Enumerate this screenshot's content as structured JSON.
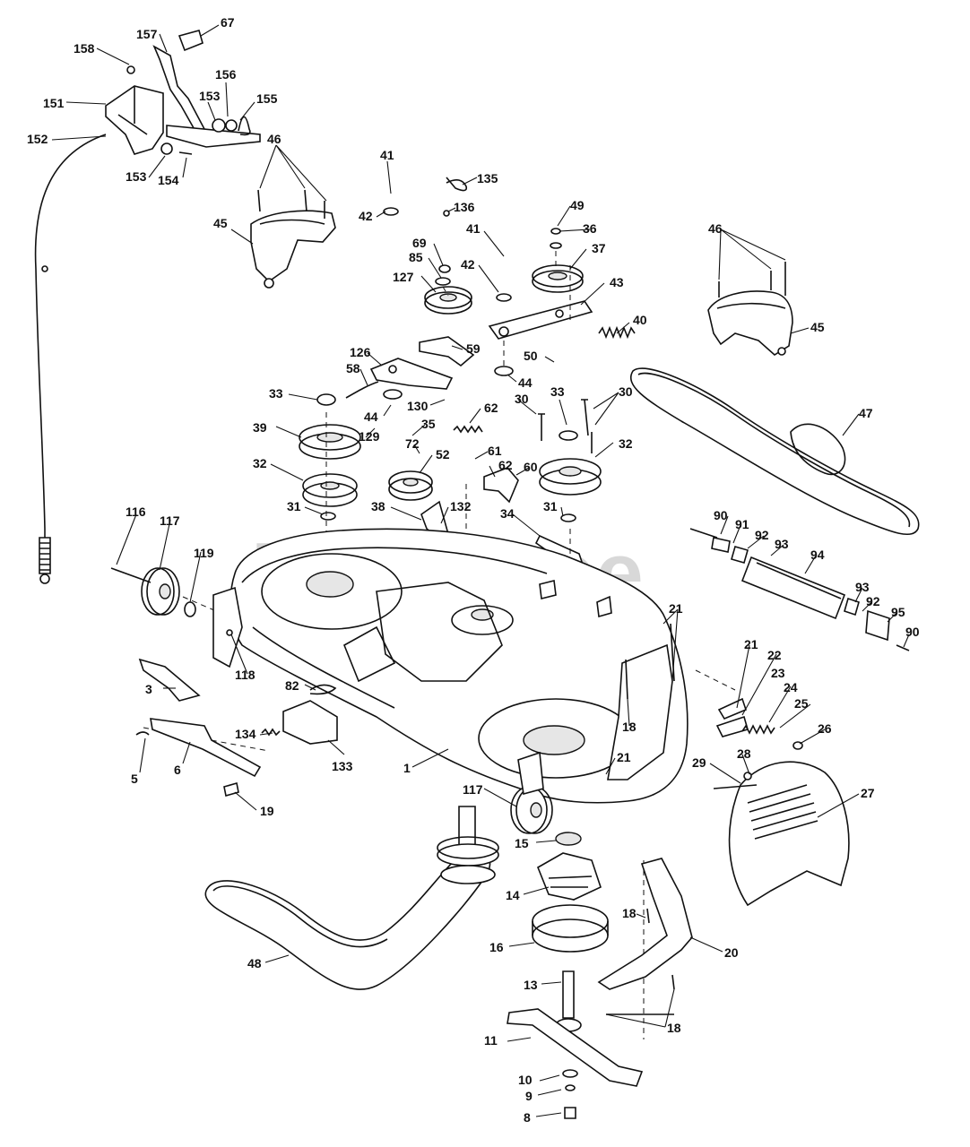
{
  "watermark": "PartsTree",
  "callouts": [
    {
      "label": "158"
    },
    {
      "label": "157"
    },
    {
      "label": "67"
    },
    {
      "label": "151"
    },
    {
      "label": "156"
    },
    {
      "label": "153"
    },
    {
      "label": "155"
    },
    {
      "label": "152"
    },
    {
      "label": "153"
    },
    {
      "label": "154"
    },
    {
      "label": "46"
    },
    {
      "label": "45"
    },
    {
      "label": "41"
    },
    {
      "label": "42"
    },
    {
      "label": "135"
    },
    {
      "label": "136"
    },
    {
      "label": "49"
    },
    {
      "label": "41"
    },
    {
      "label": "36"
    },
    {
      "label": "69"
    },
    {
      "label": "85"
    },
    {
      "label": "42"
    },
    {
      "label": "37"
    },
    {
      "label": "127"
    },
    {
      "label": "43"
    },
    {
      "label": "46"
    },
    {
      "label": "45"
    },
    {
      "label": "40"
    },
    {
      "label": "59"
    },
    {
      "label": "126"
    },
    {
      "label": "50"
    },
    {
      "label": "58"
    },
    {
      "label": "44"
    },
    {
      "label": "33"
    },
    {
      "label": "44"
    },
    {
      "label": "130"
    },
    {
      "label": "62"
    },
    {
      "label": "30"
    },
    {
      "label": "33"
    },
    {
      "label": "30"
    },
    {
      "label": "47"
    },
    {
      "label": "39"
    },
    {
      "label": "129"
    },
    {
      "label": "35"
    },
    {
      "label": "72"
    },
    {
      "label": "61"
    },
    {
      "label": "52"
    },
    {
      "label": "62"
    },
    {
      "label": "60"
    },
    {
      "label": "32"
    },
    {
      "label": "32"
    },
    {
      "label": "31"
    },
    {
      "label": "38"
    },
    {
      "label": "132"
    },
    {
      "label": "34"
    },
    {
      "label": "31"
    },
    {
      "label": "90"
    },
    {
      "label": "91"
    },
    {
      "label": "92"
    },
    {
      "label": "93"
    },
    {
      "label": "94"
    },
    {
      "label": "116"
    },
    {
      "label": "117"
    },
    {
      "label": "119"
    },
    {
      "label": "93"
    },
    {
      "label": "92"
    },
    {
      "label": "95"
    },
    {
      "label": "90"
    },
    {
      "label": "21"
    },
    {
      "label": "118"
    },
    {
      "label": "21"
    },
    {
      "label": "22"
    },
    {
      "label": "23"
    },
    {
      "label": "3"
    },
    {
      "label": "82"
    },
    {
      "label": "24"
    },
    {
      "label": "25"
    },
    {
      "label": "18"
    },
    {
      "label": "26"
    },
    {
      "label": "134"
    },
    {
      "label": "133"
    },
    {
      "label": "5"
    },
    {
      "label": "6"
    },
    {
      "label": "1"
    },
    {
      "label": "21"
    },
    {
      "label": "28"
    },
    {
      "label": "29"
    },
    {
      "label": "27"
    },
    {
      "label": "19"
    },
    {
      "label": "117"
    },
    {
      "label": "15"
    },
    {
      "label": "14"
    },
    {
      "label": "18"
    },
    {
      "label": "16"
    },
    {
      "label": "20"
    },
    {
      "label": "48"
    },
    {
      "label": "13"
    },
    {
      "label": "18"
    },
    {
      "label": "11"
    },
    {
      "label": "10"
    },
    {
      "label": "9"
    },
    {
      "label": "8"
    }
  ]
}
